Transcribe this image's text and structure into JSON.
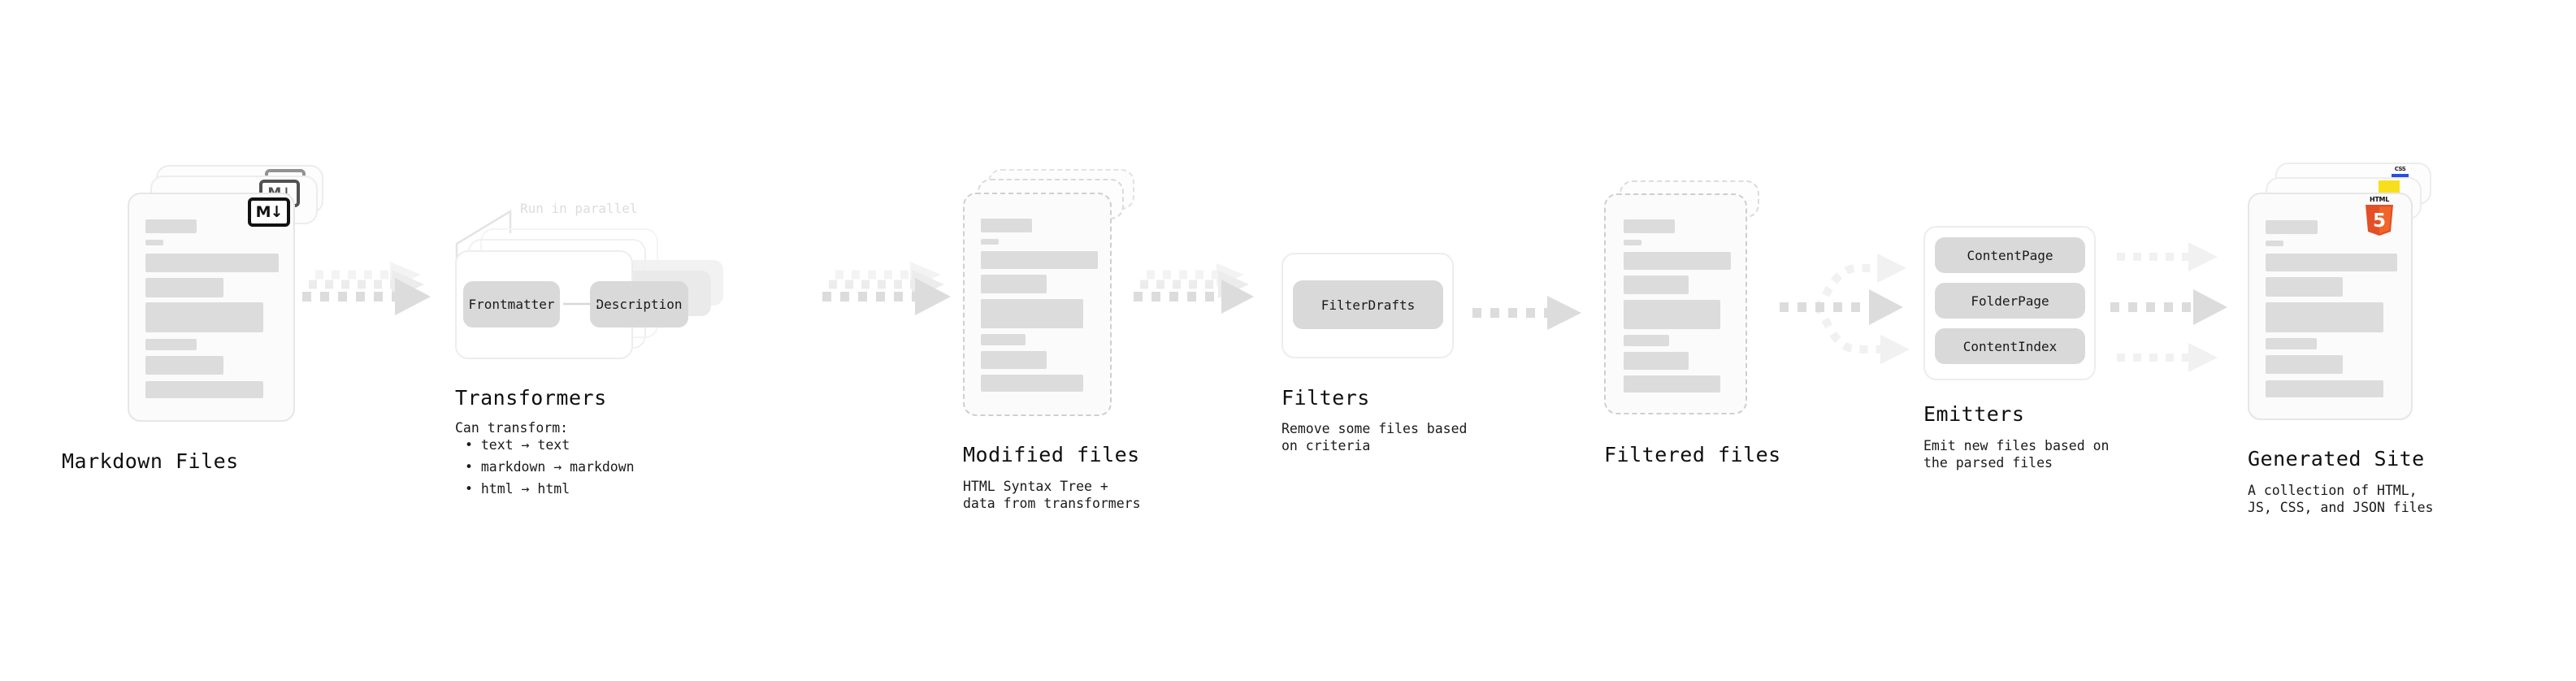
{
  "diagram": {
    "title": "Quartz static site generation pipeline",
    "background": "#ffffff",
    "accent_gray": "#d9d9d9",
    "border_gray": "#e6e6e6",
    "arrow_gray": "#d5d5d5"
  },
  "stages": [
    {
      "id": "markdown-files",
      "label": "Markdown Files",
      "description": "",
      "badge": "M↓",
      "badge_kind": "markdown-badge",
      "card_style": "solid",
      "stack_count": 3
    },
    {
      "id": "transformers",
      "label": "Transformers",
      "description": "Can transform:",
      "bullets": [
        "• text → text",
        "• markdown → markdown",
        "• html → html"
      ],
      "parallel_hint": "Run in parallel",
      "chips": [
        "Frontmatter",
        "Description"
      ],
      "stack_count": 3
    },
    {
      "id": "modified-files",
      "label": "Modified files",
      "description": "HTML Syntax Tree +\ndata from transformers",
      "card_style": "dashed",
      "stack_count": 3
    },
    {
      "id": "filters",
      "label": "Filters",
      "description": "Remove some files based\non criteria",
      "chips": [
        "FilterDrafts"
      ],
      "stack_count": 1
    },
    {
      "id": "filtered-files",
      "label": "Filtered files",
      "description": "",
      "card_style": "dashed",
      "stack_count": 2
    },
    {
      "id": "emitters",
      "label": "Emitters",
      "description": "Emit new files based on\nthe parsed files",
      "chips": [
        "ContentPage",
        "FolderPage",
        "ContentIndex"
      ],
      "stack_count": 1
    },
    {
      "id": "generated-site",
      "label": "Generated Site",
      "description": "A collection of HTML,\nJS, CSS, and JSON files",
      "badge": "HTML5",
      "badge_kind": "html5-logo",
      "card_style": "solid",
      "stack_count": 3,
      "stack_badges": [
        "css3-badge",
        "js-badge"
      ]
    }
  ],
  "connectors": [
    {
      "id": "conn-markdown-to-transformers",
      "kind": "stacked-dotted-arrow"
    },
    {
      "id": "conn-transformers-to-modified",
      "kind": "stacked-dotted-arrow"
    },
    {
      "id": "conn-modified-to-filters",
      "kind": "stacked-dotted-arrow"
    },
    {
      "id": "conn-filters-to-filtered",
      "kind": "dotted-arrow"
    },
    {
      "id": "conn-filtered-to-emitters",
      "kind": "fan-out-dotted-arrow"
    },
    {
      "id": "conn-emitters-to-site",
      "kind": "triple-dotted-arrow"
    }
  ],
  "colors": {
    "html5_orange": "#E34F26",
    "html5_orange_light": "#F06529",
    "js_yellow": "#F7DF1E",
    "css_blue": "#264DE4",
    "skeleton": "#dcdcdc",
    "chip": "#d9d9d9",
    "text": "#0f0f0f"
  }
}
